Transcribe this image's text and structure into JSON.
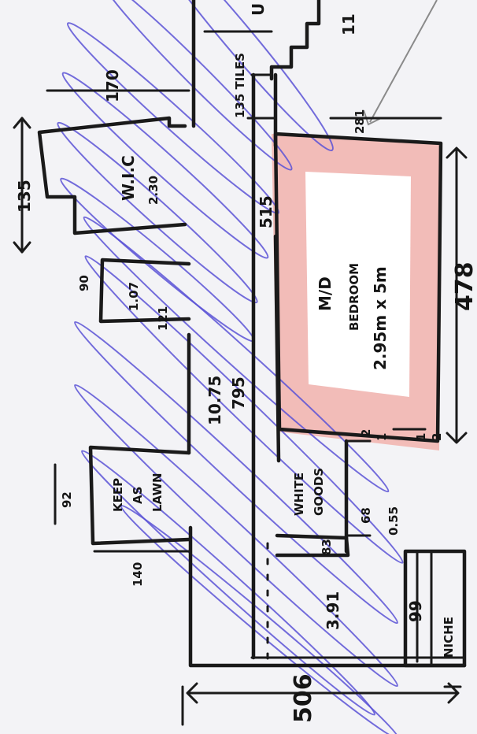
{
  "colors": {
    "paper": "#f3f3f6",
    "ink": "#1a1a1a",
    "scribble": "#5a52d6",
    "highlight": "#f2a9a3",
    "pointer": "#8a8a8a"
  },
  "rooms": {
    "bedroom_title": "M/D",
    "bedroom_subtitle": "BEDROOM",
    "bedroom_size": "2.95m x 5m",
    "wic_label": "W.I.C",
    "wic_area": "2.30",
    "ensuite_area": "1.07",
    "hall_area": "10.75",
    "keep_as_lawn_1": "KEEP",
    "keep_as_lawn_2": "AS",
    "keep_as_lawn_3": "LAWN",
    "white_goods_1": "WHITE",
    "white_goods_2": "GOODS",
    "large_area": "3.91",
    "niche_label": "NICHE"
  },
  "dimensions": {
    "d506": "506",
    "d478": "478",
    "d795": "795",
    "d135": "135",
    "d170": "170",
    "d135_tiles": "135 TILES",
    "d281": "281",
    "d515": "515",
    "d121": "121",
    "d90": "90",
    "d92": "92",
    "d140": "140",
    "d68": "68",
    "d83": "83",
    "d0_55": "0.55",
    "d99": "99",
    "d2": "2",
    "d1": "1",
    "d1b": "1",
    "d2b": "2",
    "top_u": "U",
    "top_11": "11"
  }
}
